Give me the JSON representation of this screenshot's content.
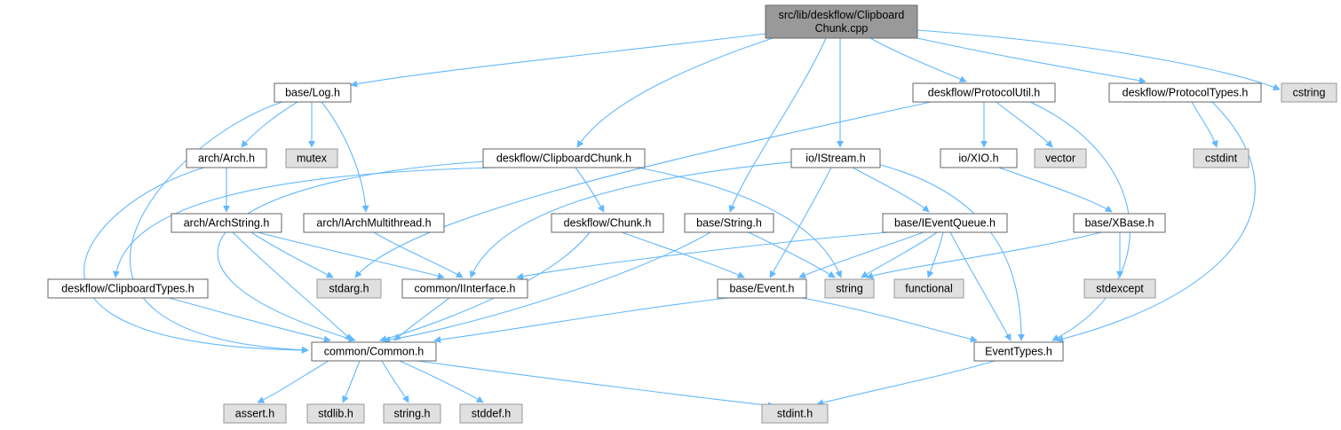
{
  "colors": {
    "edge": "#63b8ff",
    "root_fill": "#999999",
    "root_border": "#666666",
    "doc_fill": "#ffffff",
    "doc_border": "#666666",
    "ext_fill": "#e0e0e0",
    "ext_border": "#999999"
  },
  "graph": {
    "nodes": [
      {
        "id": "root",
        "kind": "root",
        "lines": [
          "src/lib/deskflow/Clipboard",
          "Chunk.cpp"
        ]
      },
      {
        "id": "log",
        "kind": "doc",
        "lines": [
          "base/Log.h"
        ]
      },
      {
        "id": "clipchunk",
        "kind": "doc",
        "lines": [
          "deskflow/ClipboardChunk.h"
        ]
      },
      {
        "id": "istream",
        "kind": "doc",
        "lines": [
          "io/IStream.h"
        ]
      },
      {
        "id": "protoutil",
        "kind": "doc",
        "lines": [
          "deskflow/ProtocolUtil.h"
        ]
      },
      {
        "id": "prototypes",
        "kind": "doc",
        "lines": [
          "deskflow/ProtocolTypes.h"
        ]
      },
      {
        "id": "cstring",
        "kind": "ext",
        "lines": [
          "cstring"
        ]
      },
      {
        "id": "arch",
        "kind": "doc",
        "lines": [
          "arch/Arch.h"
        ]
      },
      {
        "id": "mutex",
        "kind": "ext",
        "lines": [
          "mutex"
        ]
      },
      {
        "id": "xio",
        "kind": "doc",
        "lines": [
          "io/XIO.h"
        ]
      },
      {
        "id": "vector",
        "kind": "ext",
        "lines": [
          "vector"
        ]
      },
      {
        "id": "cstdint",
        "kind": "ext",
        "lines": [
          "cstdint"
        ]
      },
      {
        "id": "archstring",
        "kind": "doc",
        "lines": [
          "arch/ArchString.h"
        ]
      },
      {
        "id": "iarchmt",
        "kind": "doc",
        "lines": [
          "arch/IArchMultithread.h"
        ]
      },
      {
        "id": "chunk",
        "kind": "doc",
        "lines": [
          "deskflow/Chunk.h"
        ]
      },
      {
        "id": "string_h",
        "kind": "doc",
        "lines": [
          "base/String.h"
        ]
      },
      {
        "id": "ieventq",
        "kind": "doc",
        "lines": [
          "base/IEventQueue.h"
        ]
      },
      {
        "id": "xbase",
        "kind": "doc",
        "lines": [
          "base/XBase.h"
        ]
      },
      {
        "id": "cliptypes",
        "kind": "doc",
        "lines": [
          "deskflow/ClipboardTypes.h"
        ]
      },
      {
        "id": "stdarg",
        "kind": "ext",
        "lines": [
          "stdarg.h"
        ]
      },
      {
        "id": "iinterface",
        "kind": "doc",
        "lines": [
          "common/IInterface.h"
        ]
      },
      {
        "id": "event",
        "kind": "doc",
        "lines": [
          "base/Event.h"
        ]
      },
      {
        "id": "string",
        "kind": "ext",
        "lines": [
          "string"
        ]
      },
      {
        "id": "functional",
        "kind": "ext",
        "lines": [
          "functional"
        ]
      },
      {
        "id": "stdexcept",
        "kind": "ext",
        "lines": [
          "stdexcept"
        ]
      },
      {
        "id": "common",
        "kind": "doc",
        "lines": [
          "common/Common.h"
        ]
      },
      {
        "id": "eventtypes",
        "kind": "doc",
        "lines": [
          "EventTypes.h"
        ]
      },
      {
        "id": "assert",
        "kind": "ext",
        "lines": [
          "assert.h"
        ]
      },
      {
        "id": "stdlib",
        "kind": "ext",
        "lines": [
          "stdlib.h"
        ]
      },
      {
        "id": "string_dot_h",
        "kind": "ext",
        "lines": [
          "string.h"
        ]
      },
      {
        "id": "stddef",
        "kind": "ext",
        "lines": [
          "stddef.h"
        ]
      },
      {
        "id": "stdint",
        "kind": "ext",
        "lines": [
          "stdint.h"
        ]
      }
    ],
    "edges": [
      {
        "from": "root",
        "to": "log"
      },
      {
        "from": "root",
        "to": "clipchunk"
      },
      {
        "from": "root",
        "to": "string_h"
      },
      {
        "from": "root",
        "to": "istream"
      },
      {
        "from": "root",
        "to": "protoutil"
      },
      {
        "from": "root",
        "to": "prototypes"
      },
      {
        "from": "root",
        "to": "cstring"
      },
      {
        "from": "log",
        "to": "arch"
      },
      {
        "from": "log",
        "to": "mutex"
      },
      {
        "from": "log",
        "to": "iarchmt"
      },
      {
        "from": "log",
        "to": "common"
      },
      {
        "from": "arch",
        "to": "archstring"
      },
      {
        "from": "arch",
        "to": "common"
      },
      {
        "from": "archstring",
        "to": "stdarg"
      },
      {
        "from": "archstring",
        "to": "iinterface"
      },
      {
        "from": "archstring",
        "to": "common"
      },
      {
        "from": "iarchmt",
        "to": "iinterface"
      },
      {
        "from": "clipchunk",
        "to": "chunk"
      },
      {
        "from": "clipchunk",
        "to": "cliptypes"
      },
      {
        "from": "clipchunk",
        "to": "common"
      },
      {
        "from": "clipchunk",
        "to": "string"
      },
      {
        "from": "chunk",
        "to": "common"
      },
      {
        "from": "chunk",
        "to": "event"
      },
      {
        "from": "string_h",
        "to": "common"
      },
      {
        "from": "string_h",
        "to": "string"
      },
      {
        "from": "istream",
        "to": "iinterface"
      },
      {
        "from": "istream",
        "to": "event"
      },
      {
        "from": "istream",
        "to": "ieventq"
      },
      {
        "from": "istream",
        "to": "eventtypes"
      },
      {
        "from": "ieventq",
        "to": "iinterface"
      },
      {
        "from": "ieventq",
        "to": "event"
      },
      {
        "from": "ieventq",
        "to": "string"
      },
      {
        "from": "ieventq",
        "to": "functional"
      },
      {
        "from": "ieventq",
        "to": "eventtypes"
      },
      {
        "from": "protoutil",
        "to": "xio"
      },
      {
        "from": "protoutil",
        "to": "vector"
      },
      {
        "from": "protoutil",
        "to": "stdarg"
      },
      {
        "from": "protoutil",
        "to": "eventtypes"
      },
      {
        "from": "xio",
        "to": "xbase"
      },
      {
        "from": "xbase",
        "to": "string"
      },
      {
        "from": "xbase",
        "to": "stdexcept"
      },
      {
        "from": "prototypes",
        "to": "cstdint"
      },
      {
        "from": "prototypes",
        "to": "eventtypes"
      },
      {
        "from": "cliptypes",
        "to": "common"
      },
      {
        "from": "iinterface",
        "to": "common"
      },
      {
        "from": "event",
        "to": "common"
      },
      {
        "from": "event",
        "to": "eventtypes"
      },
      {
        "from": "common",
        "to": "assert"
      },
      {
        "from": "common",
        "to": "stdlib"
      },
      {
        "from": "common",
        "to": "string_dot_h"
      },
      {
        "from": "common",
        "to": "stddef"
      },
      {
        "from": "common",
        "to": "stdint"
      },
      {
        "from": "eventtypes",
        "to": "stdint"
      }
    ]
  }
}
